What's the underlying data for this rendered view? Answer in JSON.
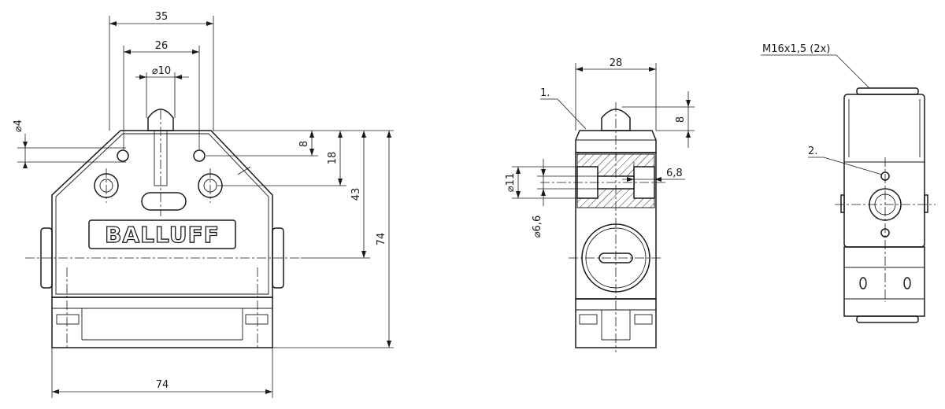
{
  "drawing": {
    "front_view": {
      "brand": "BALLUFF",
      "dims": {
        "width_top": "35",
        "width_inner": "26",
        "plunger_dia": "⌀10",
        "hole_dia": "⌀4",
        "d8": "8",
        "d18": "18",
        "d43": "43",
        "height_total": "74",
        "width_total": "74"
      }
    },
    "side_view": {
      "callout": "1.",
      "dims": {
        "width": "28",
        "plunger_h": "8",
        "bore_dia": "⌀11",
        "hole_dia": "⌀6,6",
        "depth": "6,8"
      }
    },
    "rear_view": {
      "thread": "M16x1,5 (2x)",
      "callout": "2."
    }
  }
}
